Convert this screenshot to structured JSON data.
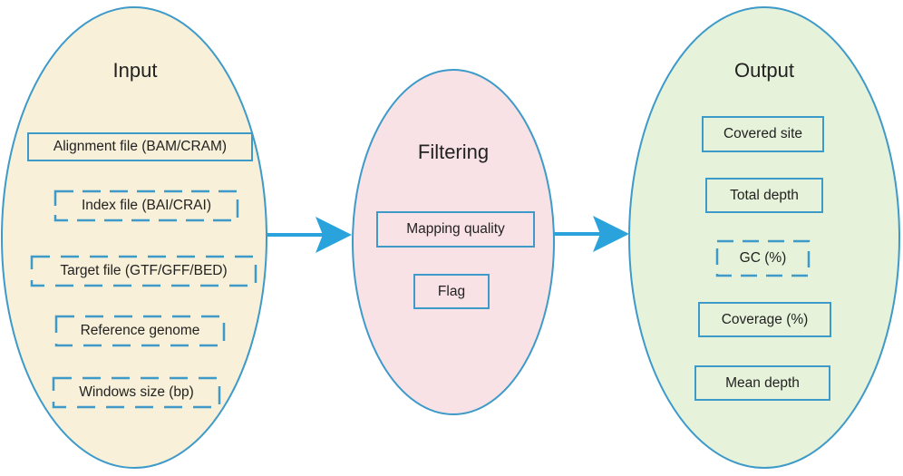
{
  "colors": {
    "stroke": "#3d9ac9",
    "arrow": "#2aa3dc",
    "input_fill": "#f8f0d8",
    "filtering_fill": "#f8e2e6",
    "output_fill": "#e6f2d9"
  },
  "input": {
    "title": "Input",
    "items": [
      {
        "label": "Alignment file (BAM/CRAM)",
        "style": "solid"
      },
      {
        "label": "Index file (BAI/CRAI)",
        "style": "dashed"
      },
      {
        "label": "Target file (GTF/GFF/BED)",
        "style": "dashed"
      },
      {
        "label": "Reference genome",
        "style": "dashed"
      },
      {
        "label": "Windows size (bp)",
        "style": "dashed"
      }
    ]
  },
  "filtering": {
    "title": "Filtering",
    "items": [
      {
        "label": "Mapping quality",
        "style": "solid"
      },
      {
        "label": "Flag",
        "style": "solid"
      }
    ]
  },
  "output": {
    "title": "Output",
    "items": [
      {
        "label": "Covered site",
        "style": "solid"
      },
      {
        "label": "Total depth",
        "style": "solid"
      },
      {
        "label": "GC (%)",
        "style": "dashed"
      },
      {
        "label": "Coverage (%)",
        "style": "solid"
      },
      {
        "label": "Mean depth",
        "style": "solid"
      }
    ]
  },
  "arrows": [
    {
      "from": "input",
      "to": "filtering"
    },
    {
      "from": "filtering",
      "to": "output"
    }
  ]
}
